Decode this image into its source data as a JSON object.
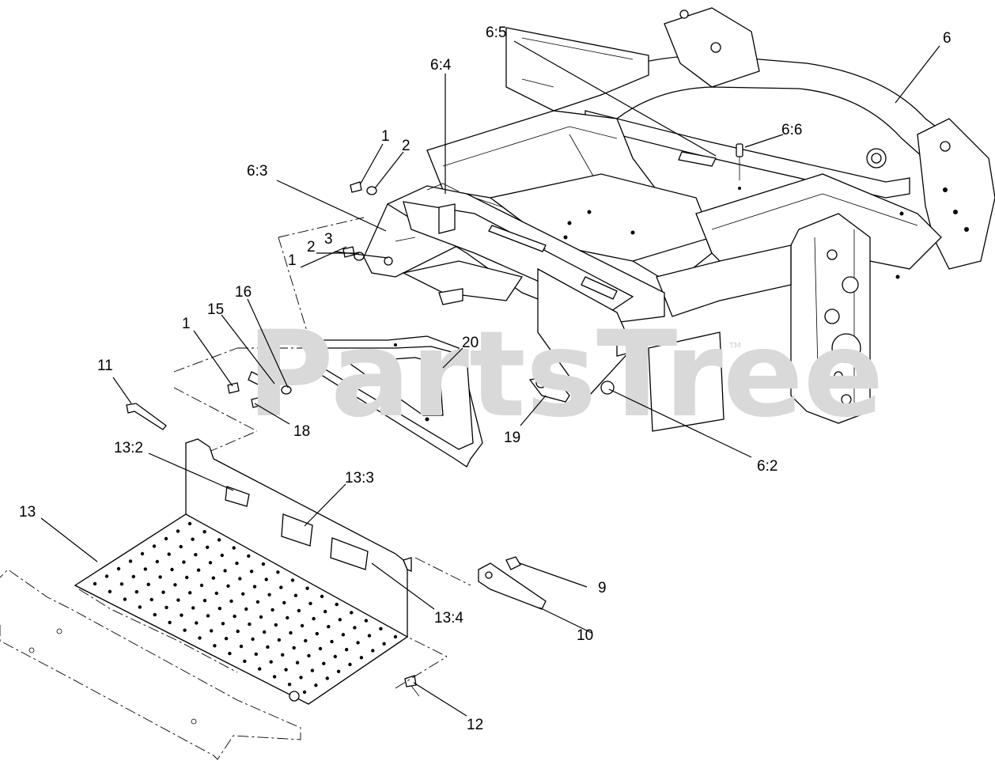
{
  "watermark": {
    "text": "PartsTree",
    "trademark": "TM"
  },
  "callouts": [
    {
      "id": "c-6-5",
      "label": "6:5"
    },
    {
      "id": "c-6",
      "label": "6"
    },
    {
      "id": "c-6-4",
      "label": "6:4"
    },
    {
      "id": "c-6-6",
      "label": "6:6"
    },
    {
      "id": "c-1a",
      "label": "1"
    },
    {
      "id": "c-2a",
      "label": "2"
    },
    {
      "id": "c-6-3",
      "label": "6:3"
    },
    {
      "id": "c-1b",
      "label": "1"
    },
    {
      "id": "c-2b",
      "label": "2"
    },
    {
      "id": "c-3",
      "label": "3"
    },
    {
      "id": "c-16",
      "label": "16"
    },
    {
      "id": "c-15",
      "label": "15"
    },
    {
      "id": "c-1c",
      "label": "1"
    },
    {
      "id": "c-20",
      "label": "20"
    },
    {
      "id": "c-11",
      "label": "11"
    },
    {
      "id": "c-18",
      "label": "18"
    },
    {
      "id": "c-19",
      "label": "19"
    },
    {
      "id": "c-6-2",
      "label": "6:2"
    },
    {
      "id": "c-13-2",
      "label": "13:2"
    },
    {
      "id": "c-13-3",
      "label": "13:3"
    },
    {
      "id": "c-13",
      "label": "13"
    },
    {
      "id": "c-9",
      "label": "9"
    },
    {
      "id": "c-13-4",
      "label": "13:4"
    },
    {
      "id": "c-10",
      "label": "10"
    },
    {
      "id": "c-12",
      "label": "12"
    }
  ]
}
